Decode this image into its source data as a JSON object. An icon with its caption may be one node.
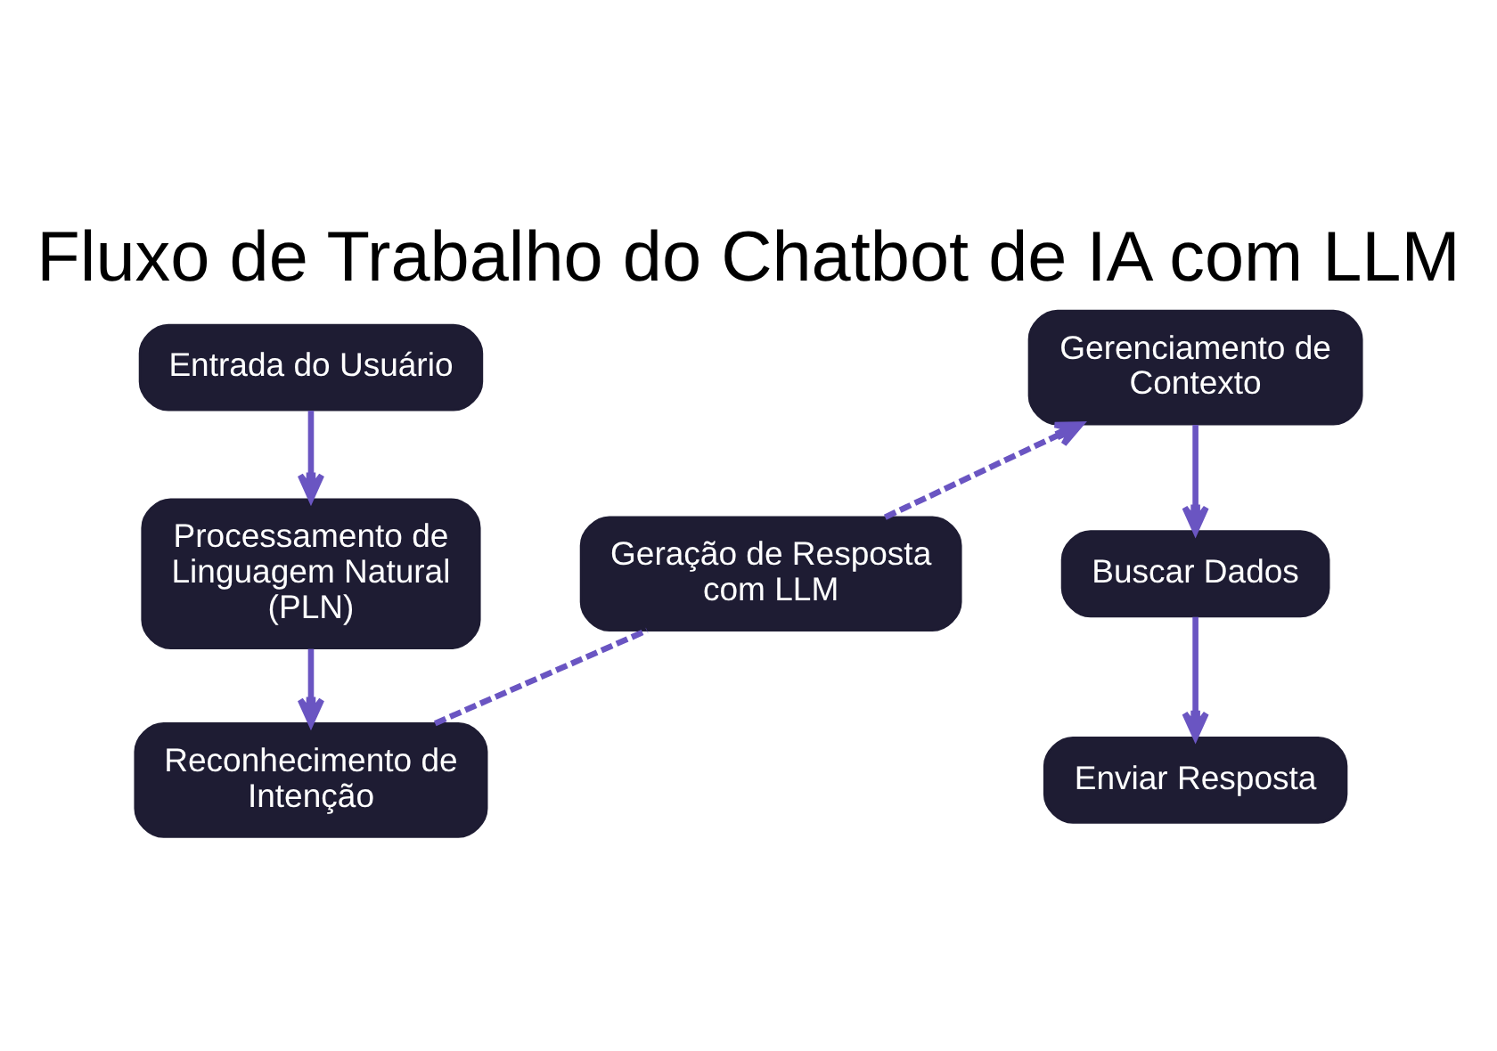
{
  "diagram": {
    "title": "Fluxo de Trabalho do Chatbot de IA com LLM",
    "nodes": [
      {
        "text": [
          "Entrada do Usuário"
        ]
      },
      {
        "text": [
          "Processamento de Linguagem Natural (PLN)"
        ]
      },
      {
        "text": [
          "Reconhecimento de Intenção"
        ]
      },
      {
        "text": [
          "Geração de Resposta com LLM"
        ]
      },
      {
        "text": [
          "Gerenciamento de Contexto"
        ]
      },
      {
        "text": [
          "Buscar Dados"
        ]
      },
      {
        "text": [
          "Enviar Resposta"
        ]
      }
    ],
    "edges": [
      {
        "from": 0,
        "to": 1,
        "arrow": "to"
      },
      {
        "from": 1,
        "to": 2,
        "arrow": "to"
      },
      {
        "from": 2,
        "to": 3,
        "arrow": "none",
        "style": "dashed"
      },
      {
        "from": 3,
        "to": 4,
        "arrow": "to",
        "style": "dashed"
      },
      {
        "from": 4,
        "to": 5,
        "arrow": "to"
      },
      {
        "from": 5,
        "to": 6,
        "arrow": "to"
      }
    ]
  }
}
